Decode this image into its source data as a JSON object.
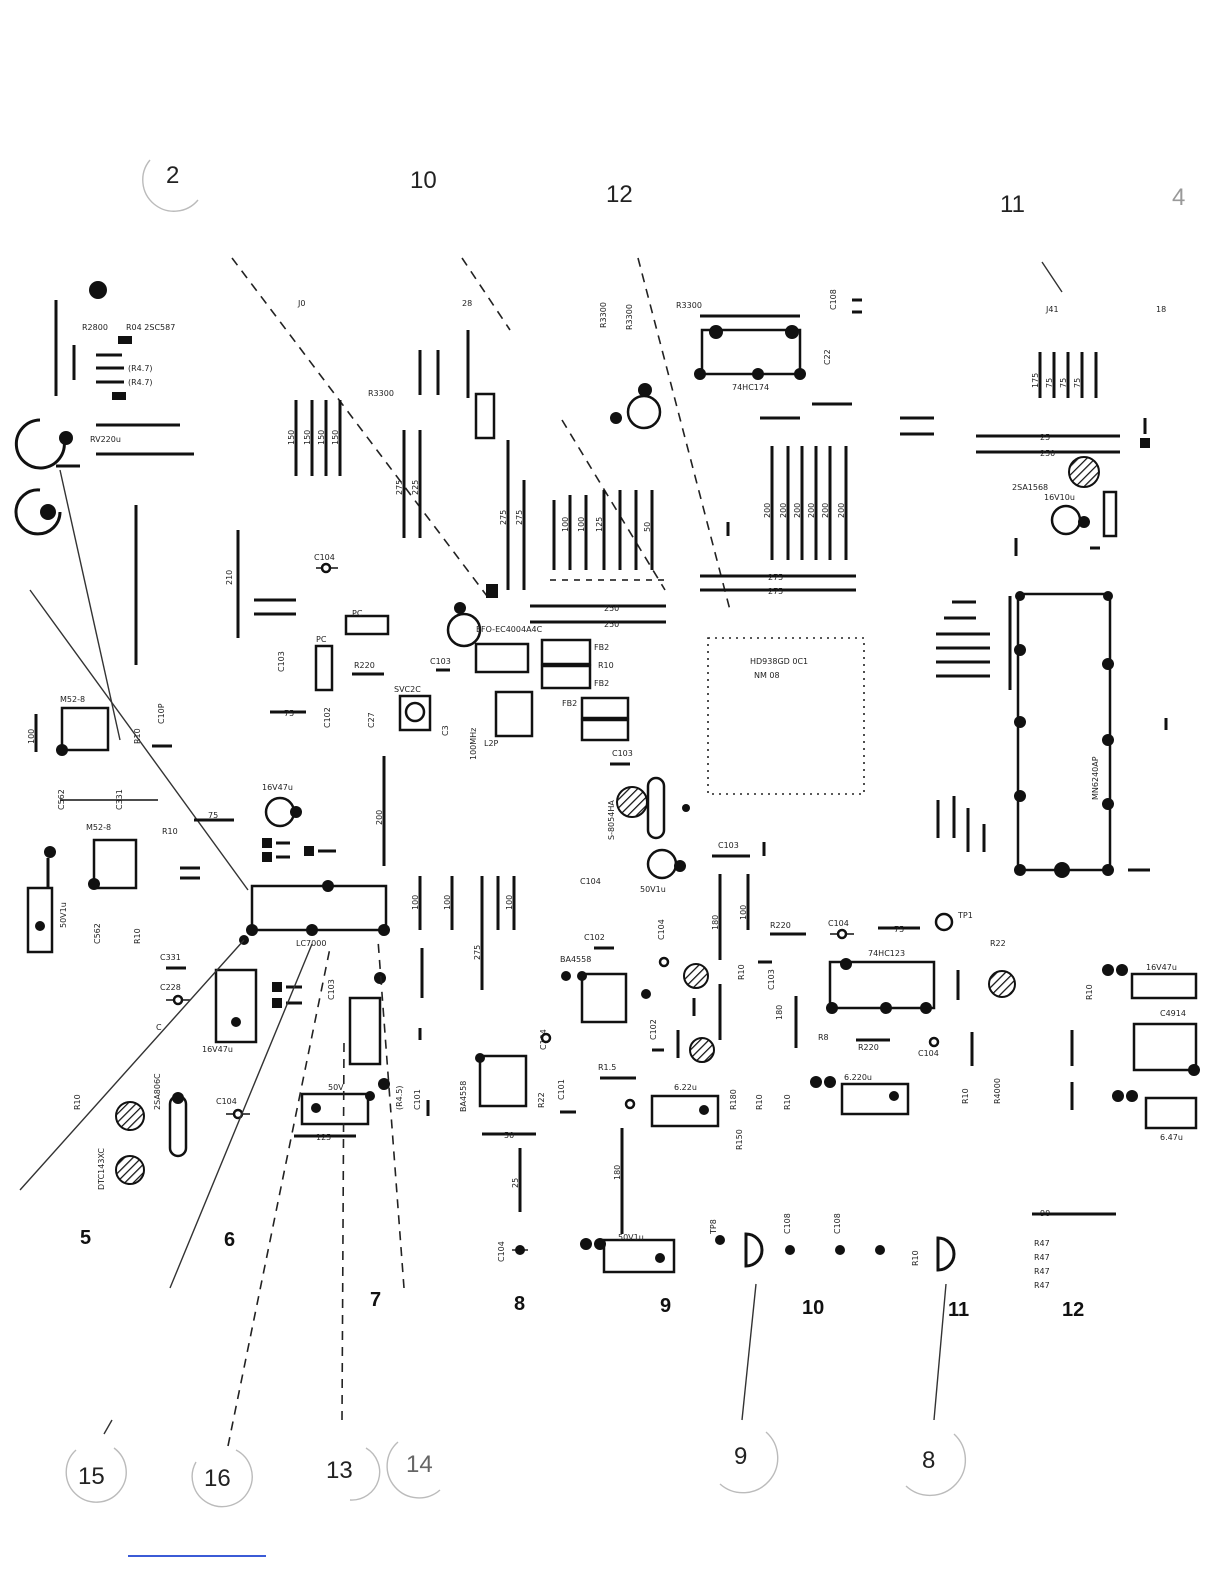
{
  "callouts_top": [
    "2",
    "10",
    "12",
    "11",
    "4"
  ],
  "callouts_bottom": [
    "15",
    "16",
    "13",
    "14",
    "9",
    "8"
  ],
  "section_numbers": [
    "5",
    "6",
    "7",
    "8",
    "9",
    "10",
    "11",
    "12"
  ],
  "connectors": [
    "J0",
    "J41",
    "18",
    "28"
  ],
  "chips": {
    "u_74hc74": "74HC174",
    "u_74hc123": "74HC123",
    "u_main": "HD938GD 0C1",
    "u_main_2": "NM 08",
    "u_mn": "MN6240AP",
    "u_lc": "LC7000"
  },
  "components": {
    "efo": "EFO-EC4004A4C",
    "svc": "SVC2C",
    "l2p": "L2P",
    "fb2": "FB2",
    "fb2b": "FB2",
    "r10": "R10",
    "ms2b": "M52-8",
    "ms2c": "M52-8",
    "v47a": "16V47u",
    "v47b": "16V47u",
    "v47c": "16V47u",
    "v220": "6.220u",
    "v22": "6.22u",
    "v50a": "50V1u",
    "v50b": "50V1u",
    "v50c": "50V",
    "c4914": "C4914",
    "v47d": "6.47u",
    "tr": "2SA1568",
    "tr2": "2SA806C",
    "dtc": "DTC143XC",
    "ba": "BA4558",
    "ba2": "BA4558",
    "b8": "S-8054HA",
    "r220a": "R220",
    "r220b": "R220",
    "r220c": "R220",
    "r3300": "R3300",
    "r3300b": "R3300",
    "r3300c": "R3300",
    "r3300d": "R3300",
    "r22": "R22",
    "r47a": "R47",
    "r47b": "R47",
    "r47c": "R47",
    "r47d": "R47",
    "c104": "C104",
    "c103": "C103",
    "c102": "C102",
    "c108": "C108",
    "c101": "C101",
    "c22": "C22",
    "c562": "C562",
    "c331": "C331",
    "c228": "C228",
    "c10p": "C10P",
    "tp1": "TP1",
    "tp8": "TP8",
    "rv": "RV220u",
    "r2800": "R2800",
    "r4": "R04 2SC587"
  },
  "resistor_values": [
    "75",
    "50",
    "100",
    "125",
    "150",
    "175",
    "200",
    "225",
    "250",
    "275"
  ]
}
